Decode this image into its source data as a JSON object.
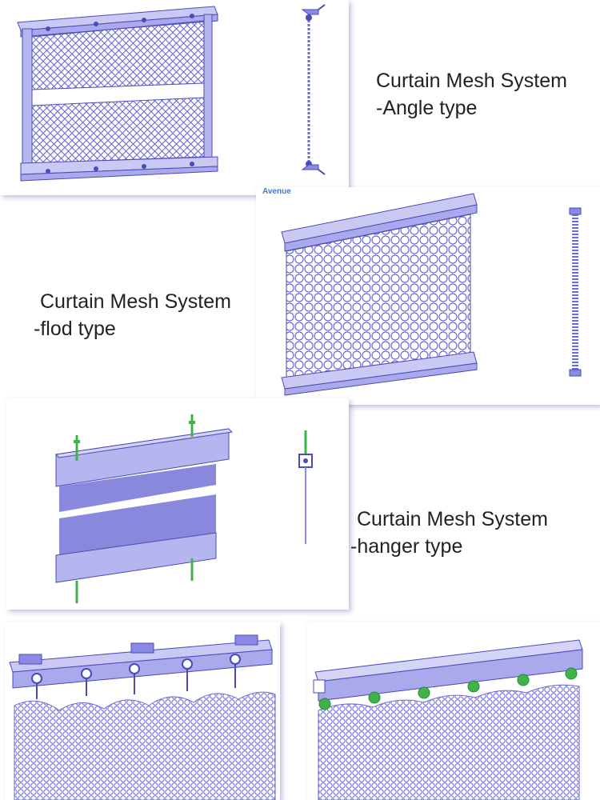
{
  "colors": {
    "frame": "#8a8ae6",
    "frame_dark": "#4a4ab8",
    "mesh": "#6a6ad8",
    "hanger_green": "#3fb24a",
    "text": "#222222"
  },
  "sections": [
    {
      "title": "Curtain Mesh System",
      "subtitle": "-Angle type"
    },
    {
      "title": "Curtain Mesh System",
      "subtitle": "-flod type"
    },
    {
      "title": "Curtain Mesh System",
      "subtitle": "-hanger type"
    }
  ],
  "watermark": "Avenue"
}
